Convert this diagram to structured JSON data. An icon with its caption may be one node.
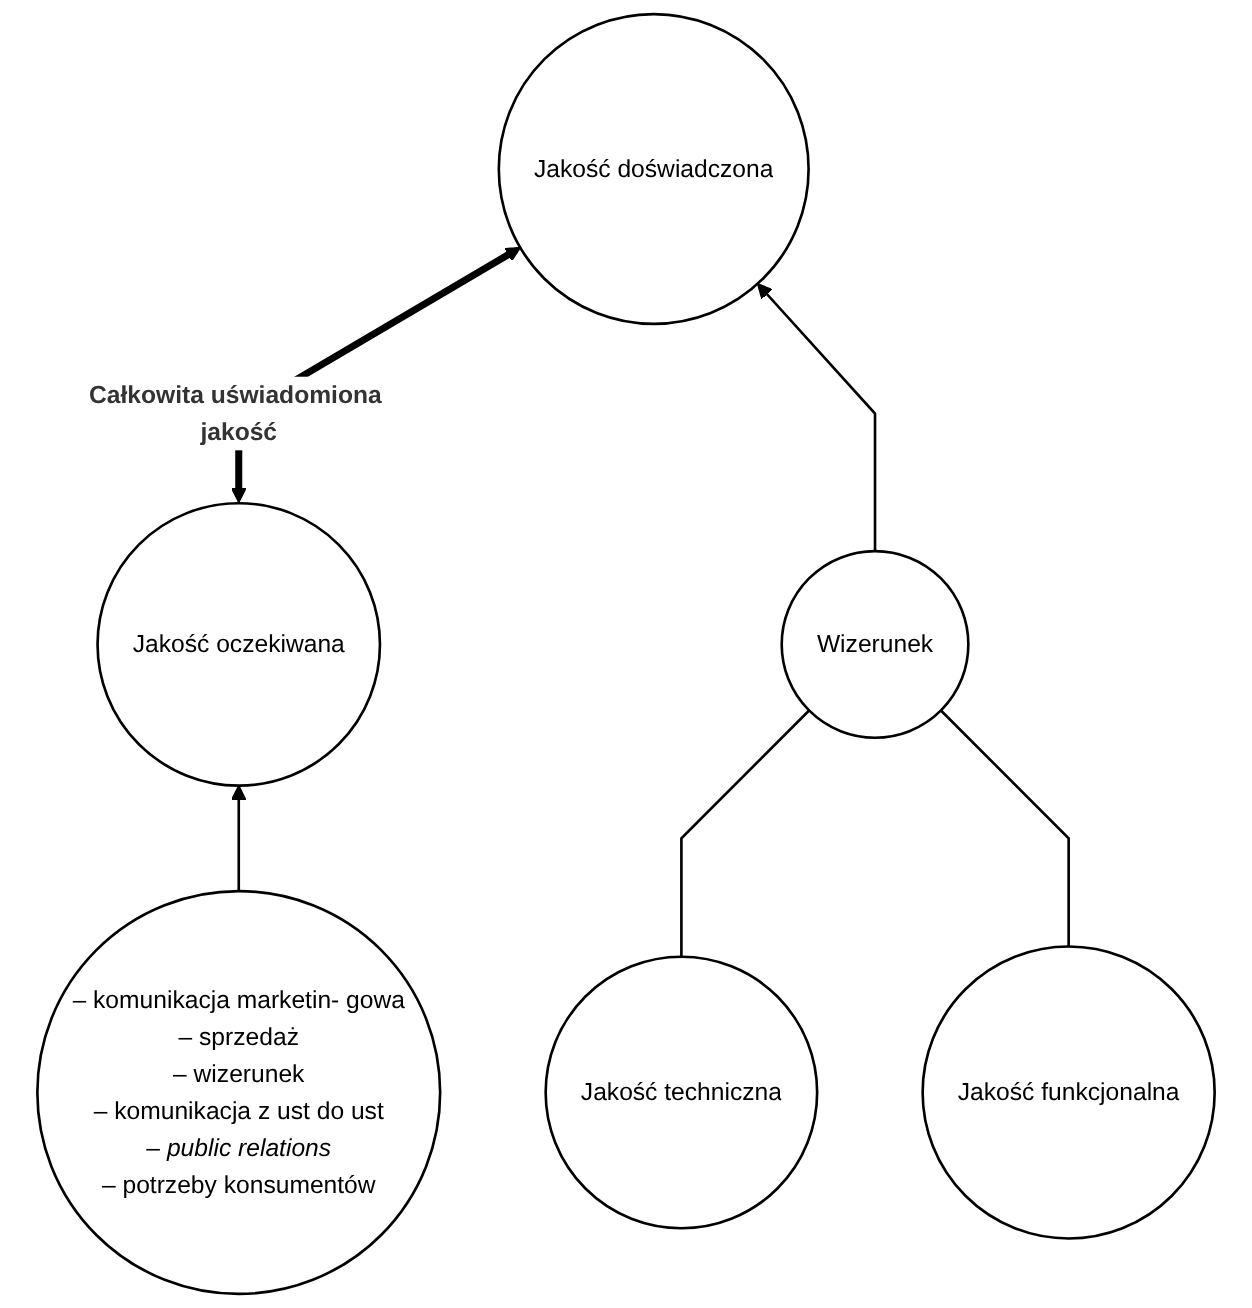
{
  "diagram": {
    "nodes": [
      {
        "text": [
          "Jakość oczekiwana"
        ]
      },
      {
        "text": [
          "Jakość doświadczona"
        ]
      },
      {
        "text": [
          "– komunikacja marketin- gowa",
          "– sprzedaż",
          "– wizerunek",
          "– komunikacja z ust do ust",
          "– *public relations*",
          "– potrzeby konsumentów"
        ]
      },
      {
        "text": [
          "Wizerunek"
        ]
      },
      {
        "text": [
          "Jakość techniczna"
        ]
      },
      {
        "text": [
          "Jakość funkcjonalna"
        ]
      }
    ],
    "edges": [
      {
        "from": 0,
        "to": 1,
        "arrow": "both",
        "label": "Całkowita uświadomiona jakość",
        "style": "thick"
      },
      {
        "from": 2,
        "to": 0,
        "arrow": "to"
      },
      {
        "from": 3,
        "to": 1,
        "arrow": "to"
      },
      {
        "from": 4,
        "to": 3,
        "arrow": "none"
      },
      {
        "from": 5,
        "to": 3,
        "arrow": "none"
      }
    ]
  }
}
